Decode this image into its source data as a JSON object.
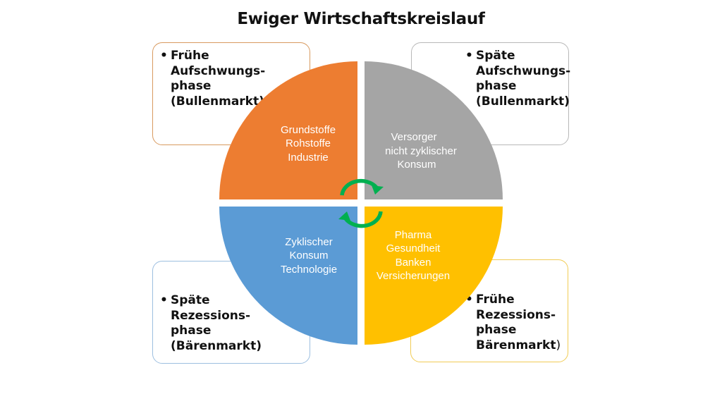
{
  "title": "Ewiger Wirtschaftskreislauf",
  "colors": {
    "orange": "#ed7d31",
    "gray": "#a5a5a5",
    "blue": "#5b9bd5",
    "yellow": "#ffc000",
    "arrows": "#00b050"
  },
  "phases": {
    "top_left": [
      "Frühe",
      "Aufschwungs-",
      "phase",
      "(Bullenmarkt)"
    ],
    "top_right": [
      "Späte",
      "Aufschwungs-",
      "phase",
      "(Bullenmarkt)"
    ],
    "bottom_left": [
      "Späte",
      "Rezessions-",
      "phase",
      "(Bärenmarkt)"
    ],
    "bottom_right": [
      "Frühe",
      "Rezessions-",
      "phase",
      "Bärenmarkt",
      ")"
    ]
  },
  "sectors": {
    "top_left": [
      "Grundstoffe",
      "Rohstoffe",
      "Industrie"
    ],
    "top_right": [
      "Versorger",
      "nicht zyklischer",
      "Konsum"
    ],
    "bottom_left": [
      "Zyklischer",
      "Konsum",
      "Technologie"
    ],
    "bottom_right": [
      "Pharma",
      "Gesundheit",
      "Banken",
      "Versicherungen"
    ]
  },
  "icons": {
    "cycle": "circular-arrows-icon",
    "bullet": "•"
  }
}
